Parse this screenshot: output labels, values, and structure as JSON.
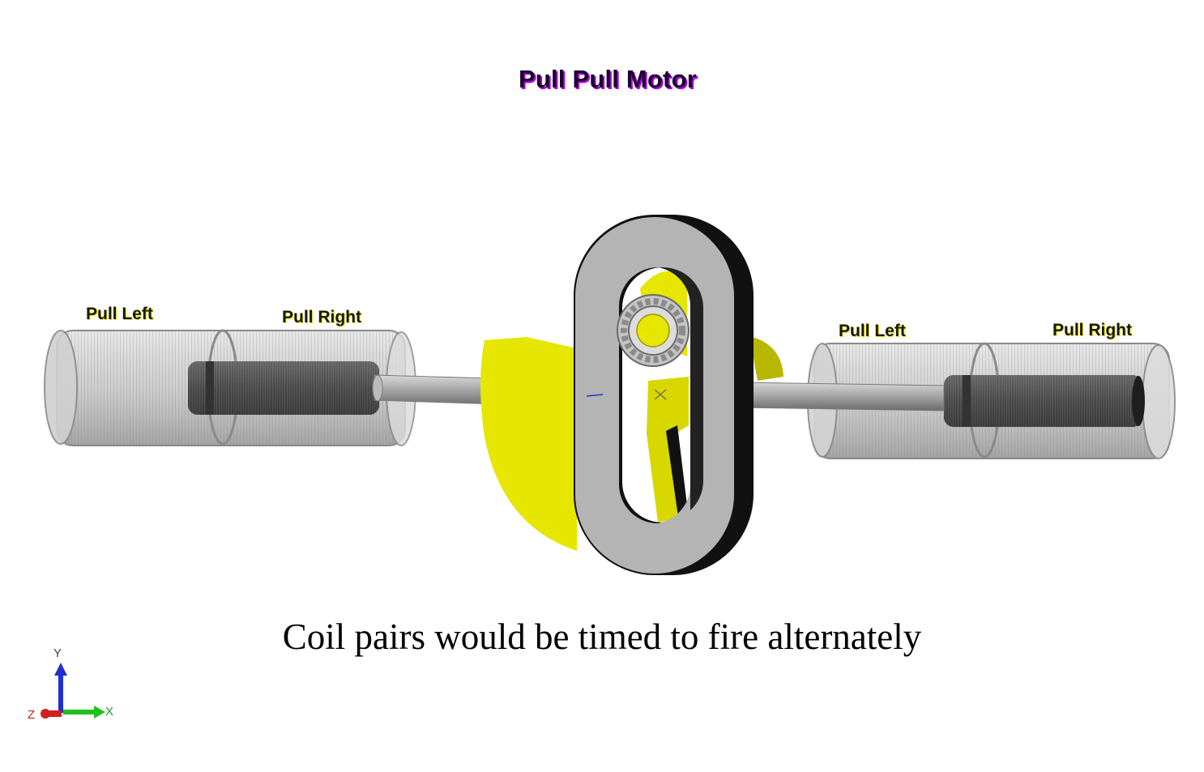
{
  "title": "Pull Pull Motor",
  "caption": "Coil pairs would be timed to fire alternately",
  "coils": {
    "left_assembly": {
      "pull_left": "Pull Left",
      "pull_right": "Pull Right"
    },
    "right_assembly": {
      "pull_left": "Pull Left",
      "pull_right": "Pull Right"
    }
  },
  "axes": {
    "x": "X",
    "y": "Y",
    "z": "Z"
  },
  "colors": {
    "yoke": "#b4b4b4",
    "crank": "#e6e600",
    "coil_shell": "#c8c8c8",
    "plunger": "#555555",
    "axis_x": "#20c020",
    "axis_y": "#2030d0",
    "axis_z": "#d02020"
  }
}
